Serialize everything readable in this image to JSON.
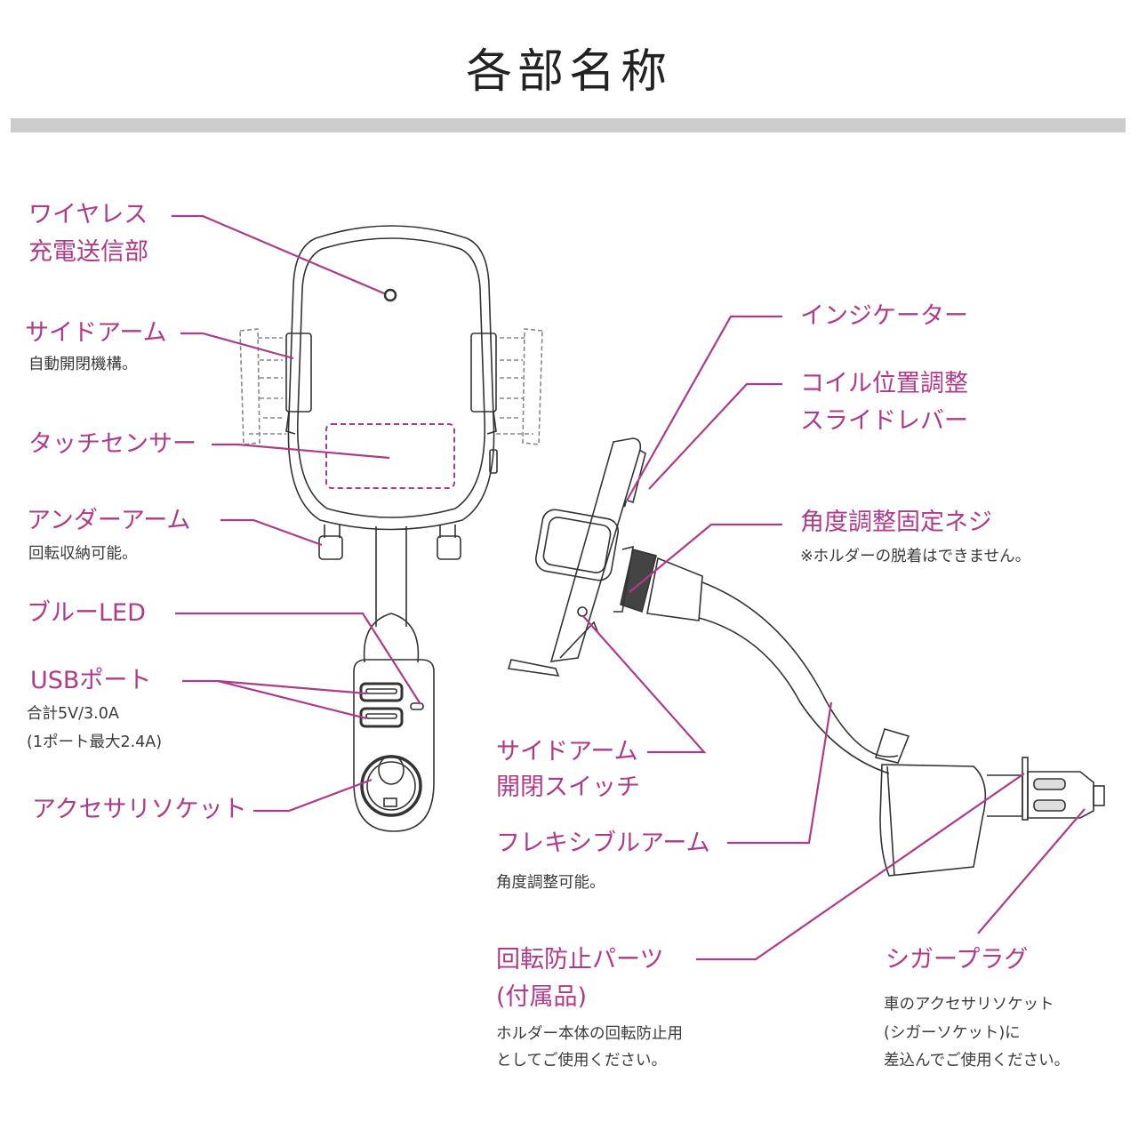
{
  "title": "各部名称",
  "colors": {
    "accent": "#b03a8a",
    "line": "#333333",
    "rule": "#cccccc",
    "subtext": "#3a3a3a"
  },
  "labels": {
    "wireless_charger": {
      "line1": "ワイヤレス",
      "line2": "充電送信部"
    },
    "side_arm": {
      "title": "サイドアーム",
      "note": "自動開閉機構。"
    },
    "touch_sensor": {
      "title": "タッチセンサー"
    },
    "under_arm": {
      "title": "アンダーアーム",
      "note": "回転収納可能。"
    },
    "blue_led": {
      "title": "ブルーLED"
    },
    "usb_port": {
      "title": "USBポート",
      "note1": "合計5V/3.0A",
      "note2": "(1ポート最大2.4A)"
    },
    "accessory_socket": {
      "title": "アクセサリソケット"
    },
    "indicator": {
      "title": "インジケーター"
    },
    "coil_lever": {
      "line1": "コイル位置調整",
      "line2": "スライドレバー"
    },
    "angle_screw": {
      "title": "角度調整固定ネジ",
      "note": "※ホルダーの脱着はできません。"
    },
    "side_arm_switch": {
      "line1": "サイドアーム",
      "line2": "開閉スイッチ"
    },
    "flexible_arm": {
      "title": "フレキシブルアーム",
      "note": "角度調整可能。"
    },
    "anti_rotation": {
      "line1": "回転防止パーツ",
      "line2": "(付属品)",
      "note1": "ホルダー本体の回転防止用",
      "note2": "としてご使用ください。"
    },
    "cigar_plug": {
      "title": "シガープラグ",
      "note1": "車のアクセサリソケット",
      "note2": "(シガーソケット)に",
      "note3": "差込んでご使用ください。"
    }
  }
}
